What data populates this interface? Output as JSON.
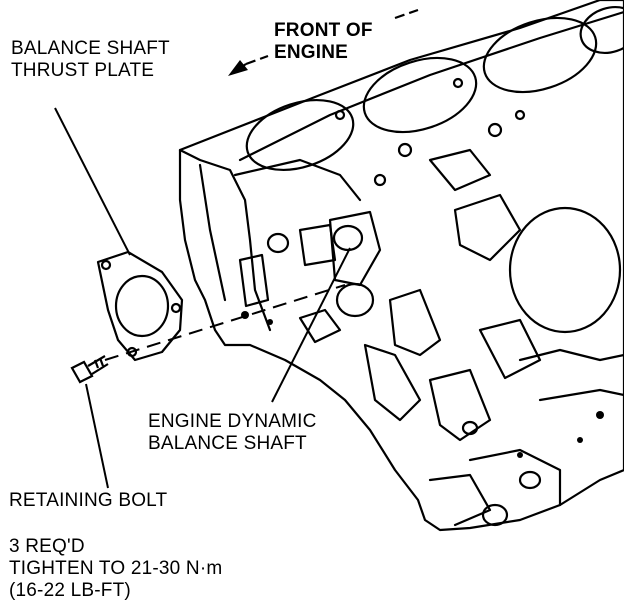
{
  "labels": {
    "thrust_plate": [
      "BALANCE SHAFT",
      "THRUST PLATE"
    ],
    "front": [
      "FRONT OF",
      "ENGINE"
    ],
    "balance_shaft": [
      "ENGINE DYNAMIC",
      "BALANCE SHAFT"
    ],
    "bolt": "RETAINING BOLT",
    "spec": [
      "3 REQ'D",
      "TIGHTEN TO 21-30 N·m",
      "(16-22 LB-FT)"
    ]
  },
  "colors": {
    "ink": "#000000",
    "paper": "#ffffff"
  }
}
